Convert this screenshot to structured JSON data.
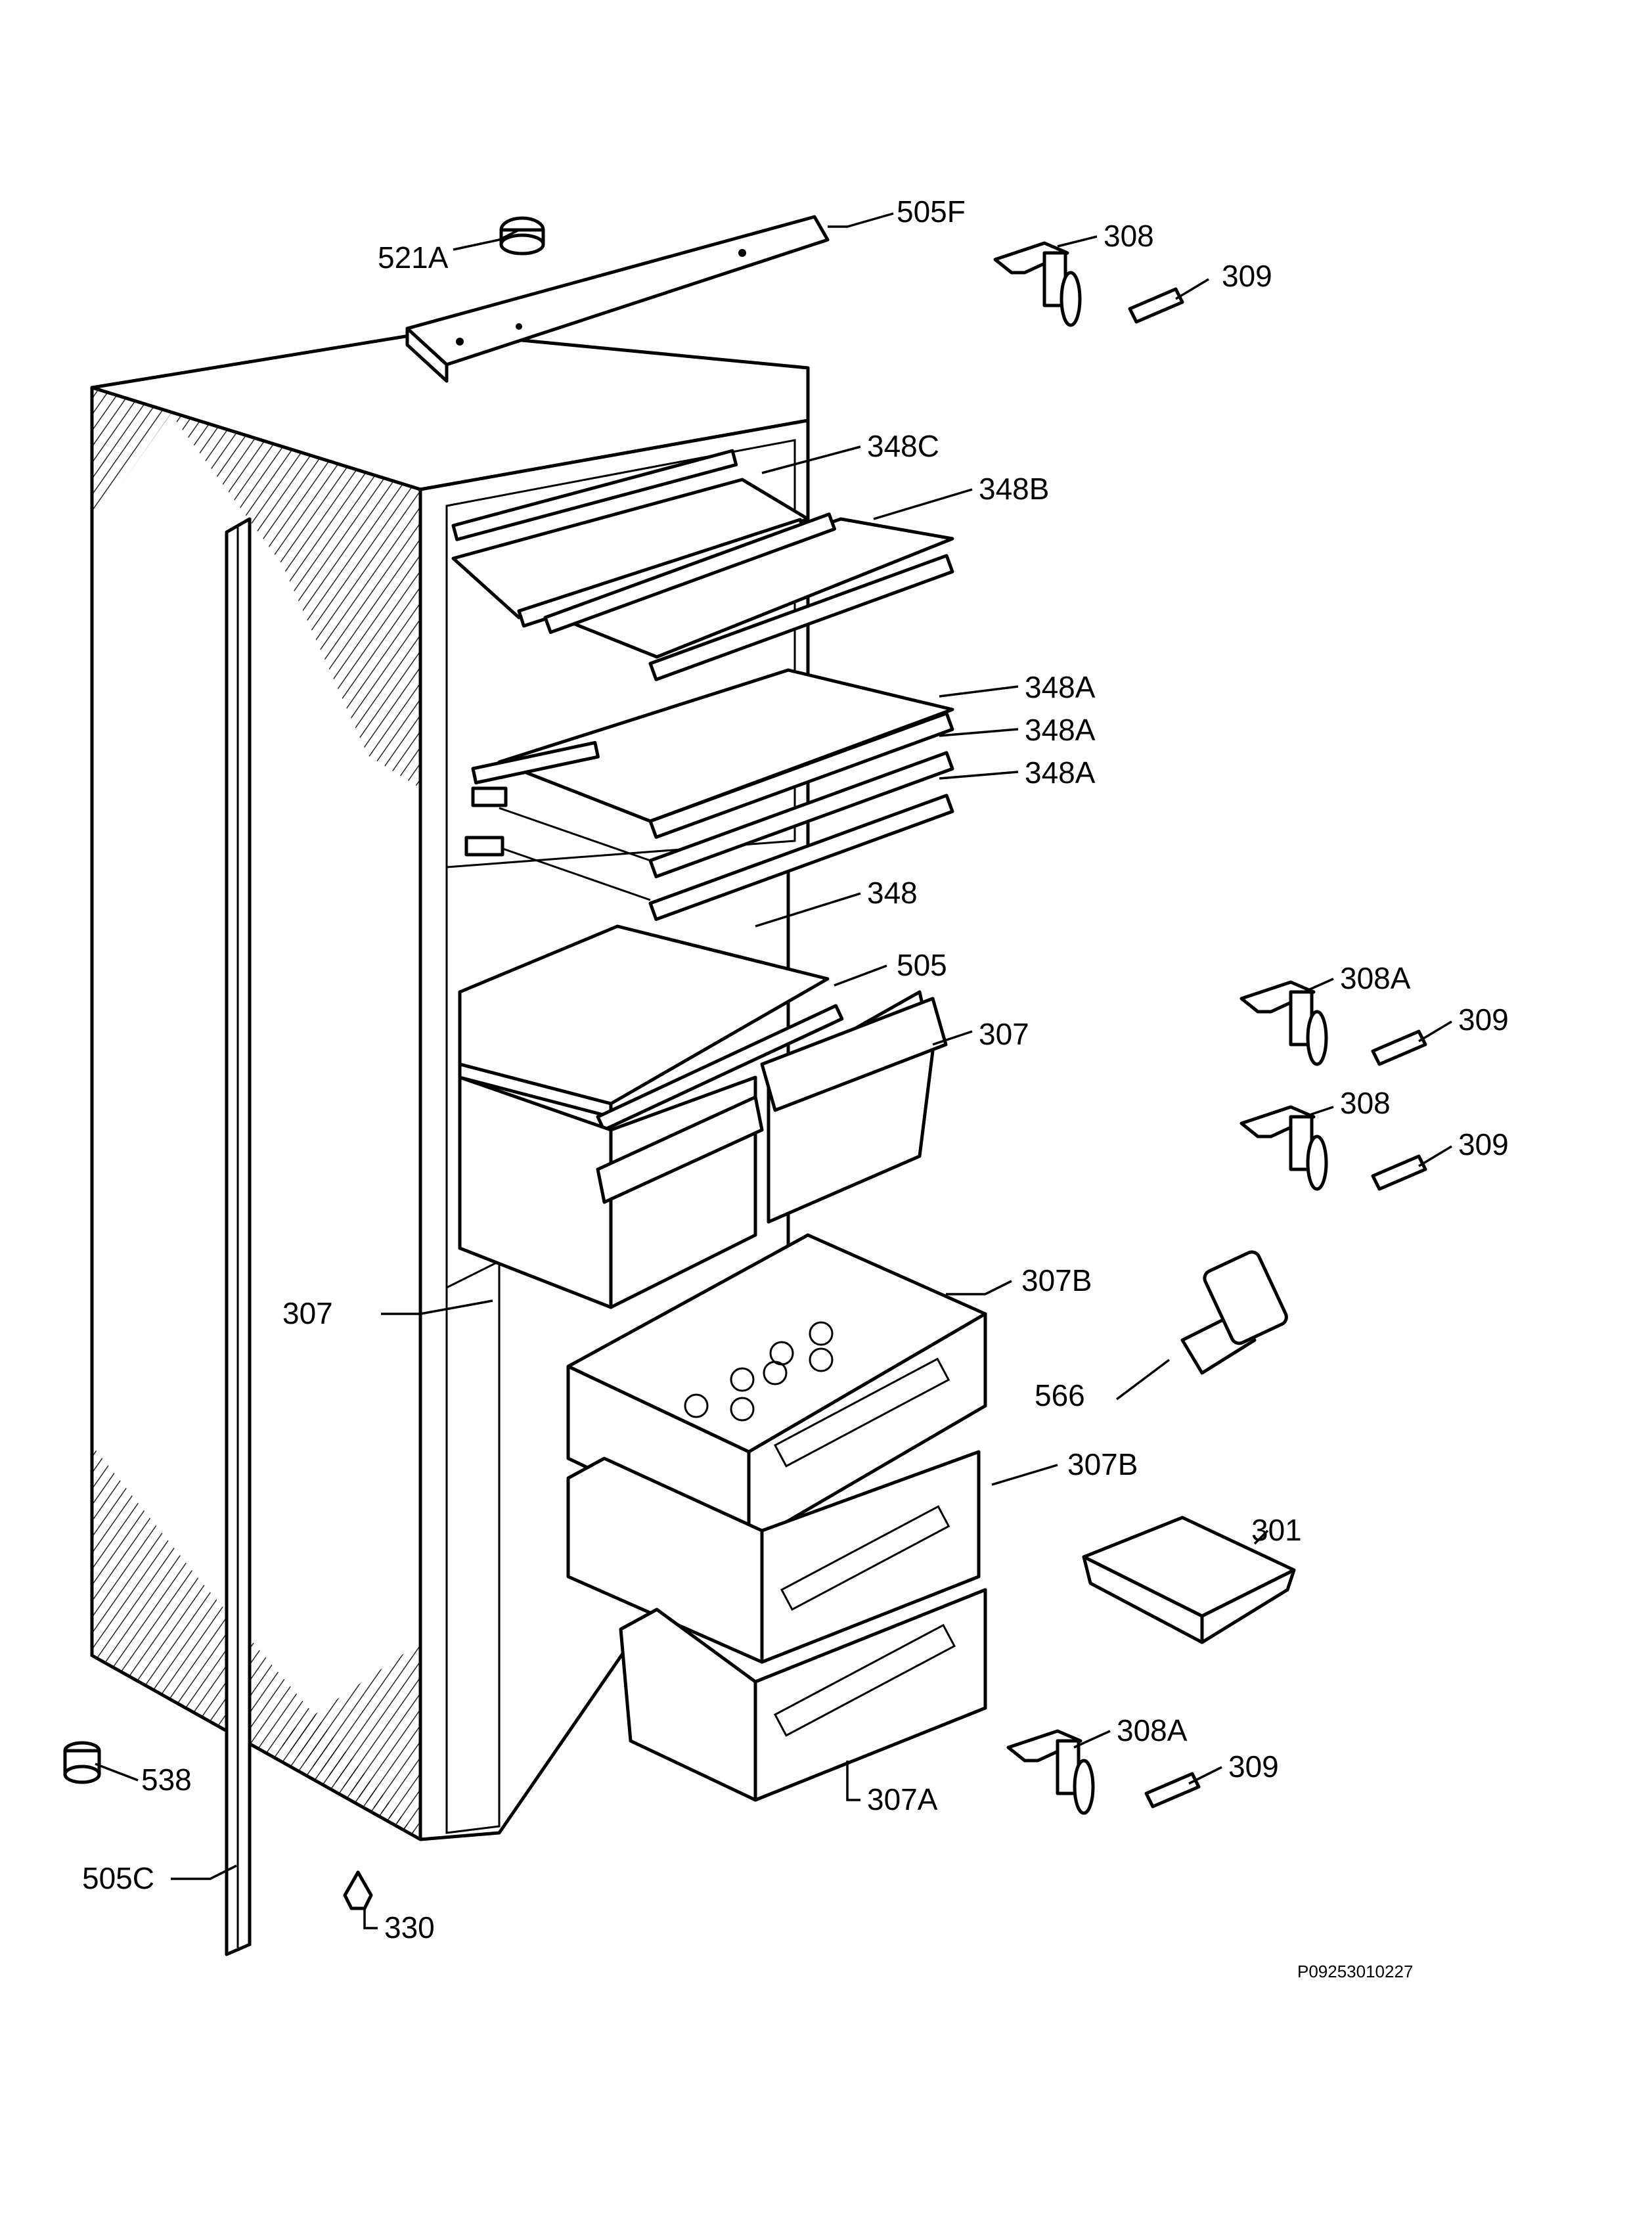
{
  "diagram": {
    "drawing_code": "P09253010227",
    "callouts": {
      "c505F": "505F",
      "c521A": "521A",
      "c308_top": "308",
      "c309_top": "309",
      "c348C": "348C",
      "c348B": "348B",
      "c348A_1": "348A",
      "c348A_2": "348A",
      "c348A_3": "348A",
      "c348": "348",
      "c505": "505",
      "c307_right": "307",
      "c308A_mid": "308A",
      "c309_mid1": "309",
      "c308_mid": "308",
      "c309_mid2": "309",
      "c307_left": "307",
      "c307B_1": "307B",
      "c566": "566",
      "c307B_2": "307B",
      "c301": "301",
      "c308A_bottom": "308A",
      "c309_bottom": "309",
      "c307A": "307A",
      "c538": "538",
      "c505C": "505C",
      "c330": "330"
    }
  }
}
